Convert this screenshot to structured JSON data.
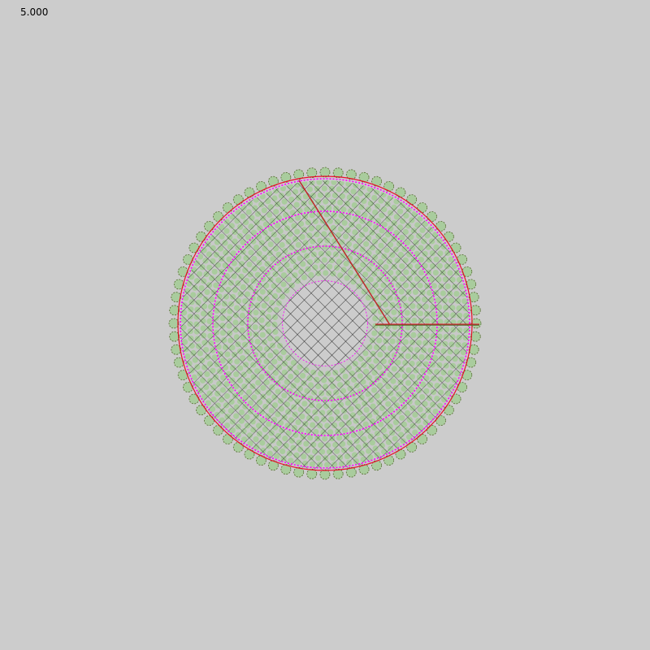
{
  "readout": {
    "value": "5.000"
  },
  "colors": {
    "background": "#cccccc",
    "mesh_line": "#000000",
    "cell_fill": "#a9cc9d",
    "ring": "#ff00ff",
    "boundary": "#e8102a",
    "pointer": "#e8102a",
    "pointer_shadow": "#556b2f"
  },
  "figure": {
    "ring_count": 4,
    "boundary_cell_count": 72,
    "inner_hatched_region": true,
    "pointer_lines": 2
  }
}
